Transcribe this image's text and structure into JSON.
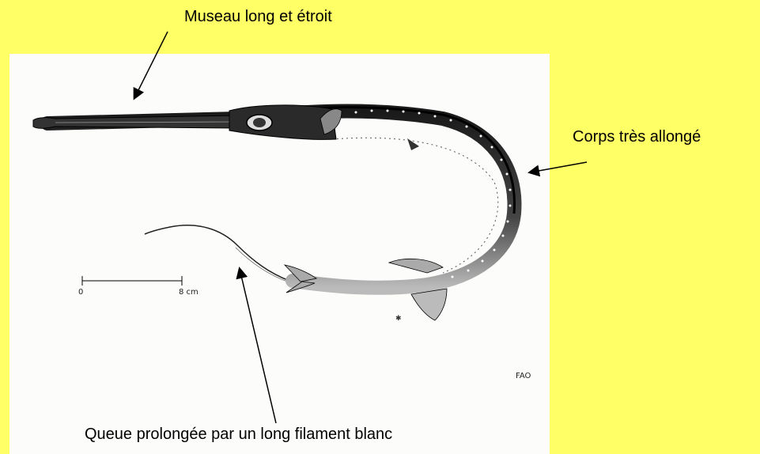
{
  "annotations": {
    "snout": "Museau long et étroit",
    "body": "Corps très allongé",
    "tail": "Queue prolongée par un long filament blanc"
  },
  "scale_bar": {
    "start": "0",
    "end": "8 cm"
  },
  "credit": "FAO",
  "colors": {
    "background": "#ffff66",
    "panel": "#fcfcfb",
    "ink": "#000000"
  },
  "icons": {
    "fish": "cornetfish-illustration"
  }
}
